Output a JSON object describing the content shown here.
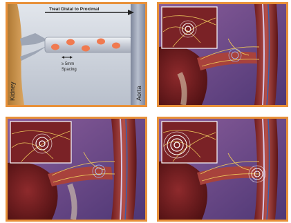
{
  "panels": [
    {
      "id": "schematic",
      "arrow_label": "Treat Distal to Proximal",
      "spacing_value": "≥ 5mm",
      "spacing_label": "Spacing",
      "kidney_label": "Kidney",
      "aorta_label": "Aorta"
    },
    {
      "id": "ablation-step-1"
    },
    {
      "id": "ablation-step-2"
    },
    {
      "id": "ablation-step-3"
    }
  ],
  "colors": {
    "frame": "#e8913a",
    "kidney": "#c98f45",
    "aorta": "#9aa3b6",
    "lesion": "#f07a50",
    "background": "#5b3f7e",
    "tissue": "#7a1f22",
    "nerve": "#e9c25a",
    "target_ring": "#ffffff"
  }
}
